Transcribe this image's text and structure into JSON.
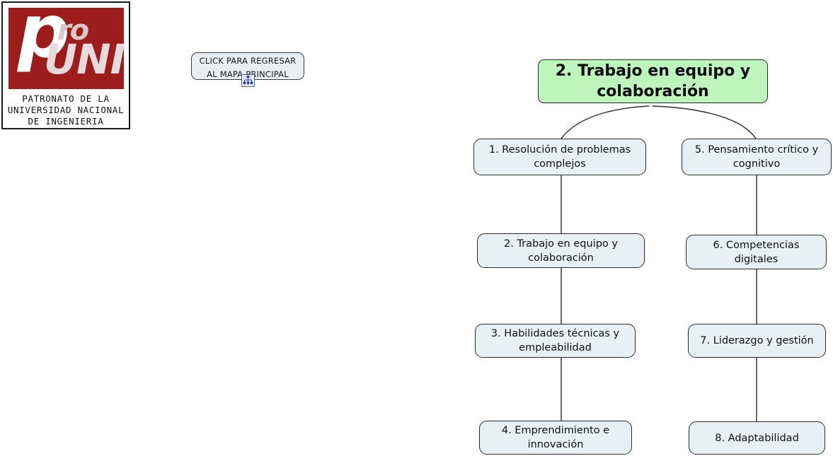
{
  "logo": {
    "brand_p": "p",
    "brand_ro": "ro",
    "brand_uni": "UNI",
    "caption_line1": "PATRONATO DE LA",
    "caption_line2": "UNIVERSIDAD NACIONAL",
    "caption_line3": "DE INGENIERIA",
    "background_color": "#9d1c1c"
  },
  "return_button": {
    "line1": "CLICK PARA REGRESAR",
    "line2": "AL MAPA PRINCIPAL",
    "icon": "hierarchy-icon"
  },
  "map": {
    "root": {
      "label": "2. Trabajo en equipo y colaboración",
      "fill_color": "#bdf5bd"
    },
    "node_fill_color": "#e9f0f4",
    "branches": [
      {
        "name": "left-branch",
        "nodes": [
          {
            "label": "1. Resolución de problemas complejos"
          },
          {
            "label": "2. Trabajo en equipo y colaboración"
          },
          {
            "label": "3. Habilidades técnicas y empleabilidad"
          },
          {
            "label": "4. Emprendimiento e innovación"
          }
        ]
      },
      {
        "name": "right-branch",
        "nodes": [
          {
            "label": "5. Pensamiento crítico y cognitivo"
          },
          {
            "label": "6. Competencias digitales"
          },
          {
            "label": "7. Liderazgo y gestión"
          },
          {
            "label": "8. Adaptabilidad"
          }
        ]
      }
    ]
  }
}
